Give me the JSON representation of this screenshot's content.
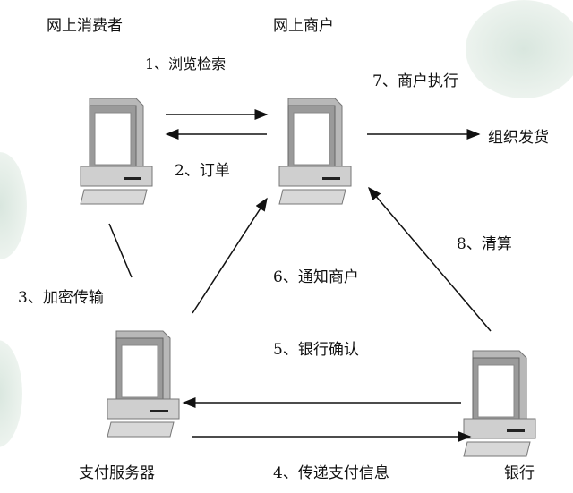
{
  "nodes": {
    "consumer": "网上消费者",
    "merchant": "网上商户",
    "payment_server": "支付服务器",
    "bank": "银行",
    "ship": "组织发货"
  },
  "steps": {
    "s1": "1、浏览检索",
    "s2": "2、订单",
    "s3": "3、加密传输",
    "s4": "4、传递支付信息",
    "s5": "5、银行确认",
    "s6": "6、通知商户",
    "s7": "7、商户执行",
    "s8": "8、清算"
  }
}
